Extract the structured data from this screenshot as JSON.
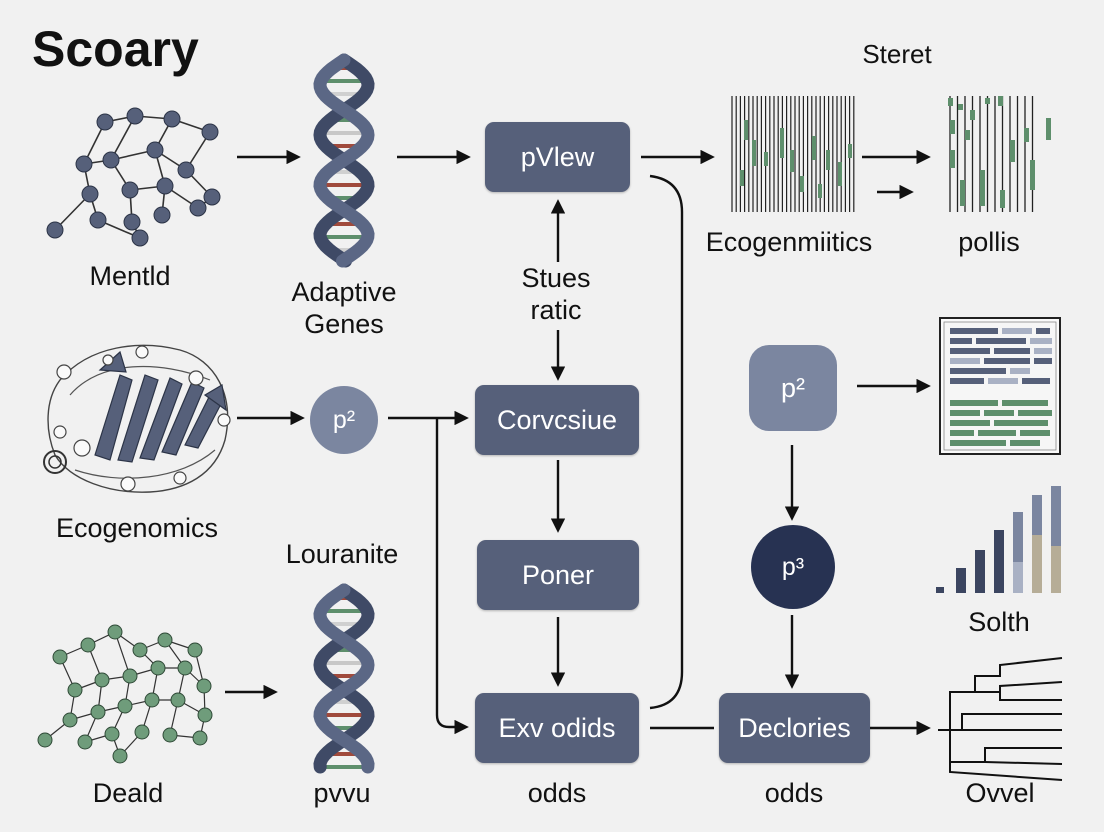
{
  "title": "Scoary",
  "labels": {
    "mentld": "Mentld",
    "adaptive_genes_1": "Adaptive",
    "adaptive_genes_2": "Genes",
    "stues_ratic_1": "Stues",
    "stues_ratic_2": "ratic",
    "steret": "Steret",
    "ecogenmitics": "Ecogenmiitics",
    "pollis": "pollis",
    "ecogenomics": "Ecogenomics",
    "louranite": "Louranite",
    "solth": "Solth",
    "deald": "Deald",
    "pvvu": "pvvu",
    "odds_left": "odds",
    "odds_right": "odds",
    "ovvel": "Ovvel"
  },
  "boxes": {
    "pview": "pVlew",
    "corvcsiue": "Corvcsiue",
    "poner": "Poner",
    "exv_odids": "Exv odids",
    "declories": "Declories"
  },
  "circles": {
    "p2_left": "p²",
    "p2_right": "p²",
    "p3_dark": "p³"
  },
  "colors": {
    "node_fill": "#56607a",
    "dark_node": "#273252",
    "light_node": "#7b86a0",
    "green": "#5e8f6c",
    "red": "#a04a3c",
    "arrow": "#111111",
    "background": "#f1f1f1"
  }
}
